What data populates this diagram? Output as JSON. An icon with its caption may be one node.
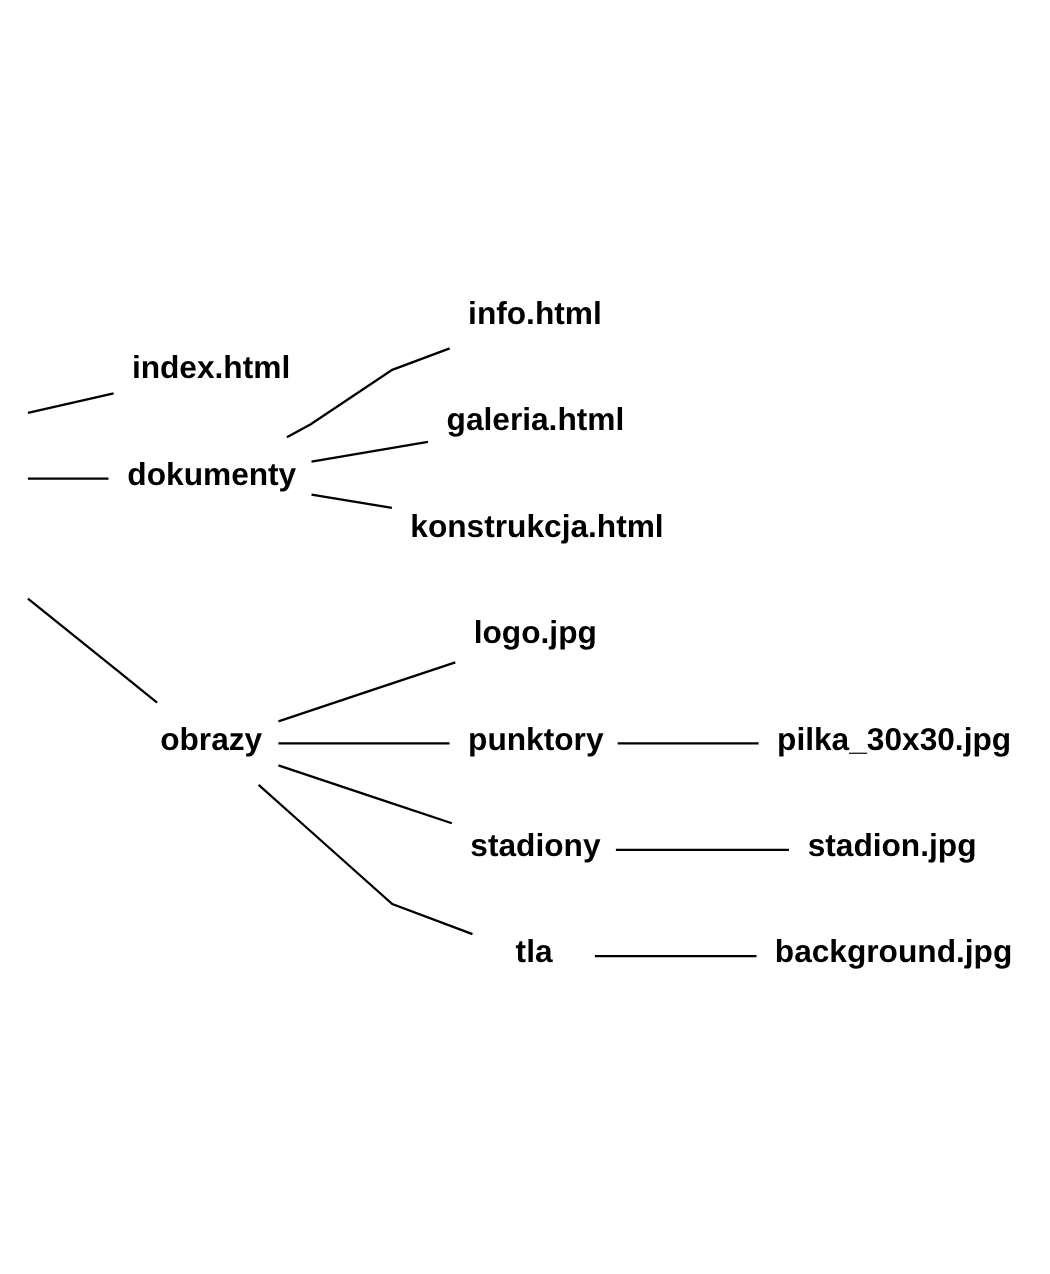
{
  "diagram": {
    "nodes": [
      {
        "text": [
          "index.html"
        ]
      },
      {
        "text": [
          "dokumenty"
        ]
      },
      {
        "text": [
          "info.html"
        ]
      },
      {
        "text": [
          "galeria.html"
        ]
      },
      {
        "text": [
          "konstrukcja.html"
        ]
      },
      {
        "text": [
          "obrazy"
        ]
      },
      {
        "text": [
          "logo.jpg"
        ]
      },
      {
        "text": [
          "punktory"
        ]
      },
      {
        "text": [
          "pilka_30x30.jpg"
        ]
      },
      {
        "text": [
          "stadiony"
        ]
      },
      {
        "text": [
          "stadion.jpg"
        ]
      },
      {
        "text": [
          "tla"
        ]
      },
      {
        "text": [
          "background.jpg"
        ]
      }
    ],
    "edges": [
      {
        "from": null,
        "to": 0,
        "arrow": "none"
      },
      {
        "from": null,
        "to": 1,
        "arrow": "none"
      },
      {
        "from": 1,
        "to": 2,
        "arrow": "none"
      },
      {
        "from": 1,
        "to": 3,
        "arrow": "none"
      },
      {
        "from": 1,
        "to": 4,
        "arrow": "none"
      },
      {
        "from": null,
        "to": 5,
        "arrow": "none"
      },
      {
        "from": 5,
        "to": 6,
        "arrow": "none"
      },
      {
        "from": 5,
        "to": 7,
        "arrow": "none"
      },
      {
        "from": 7,
        "to": 8,
        "arrow": "none"
      },
      {
        "from": 5,
        "to": 9,
        "arrow": "none"
      },
      {
        "from": 9,
        "to": 10,
        "arrow": "none"
      },
      {
        "from": 5,
        "to": 11,
        "arrow": "none"
      },
      {
        "from": 11,
        "to": 12,
        "arrow": "none"
      }
    ]
  }
}
